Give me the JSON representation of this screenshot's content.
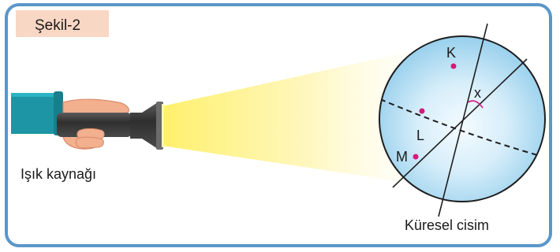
{
  "figure": {
    "title": "Şekil-2",
    "light_source_label": "Işık kaynağı",
    "object_label": "Küresel cisim",
    "points": {
      "k": "K",
      "l": "L",
      "m": "M"
    },
    "angle_label": "x"
  },
  "colors": {
    "frame_border": "#5b96c9",
    "title_background": "#f8d7c4",
    "sphere_fill": "#bfe3f5",
    "sphere_stroke": "#1f1f1f",
    "point_color": "#d6197a",
    "beam_color": "#fff27a",
    "flashlight_body": "#3a3a3a",
    "sleeve_color": "#1e95a4",
    "skin_color": "#f3b08f"
  },
  "icons": [
    "flashlight-icon",
    "hand-icon",
    "sleeve-icon"
  ]
}
